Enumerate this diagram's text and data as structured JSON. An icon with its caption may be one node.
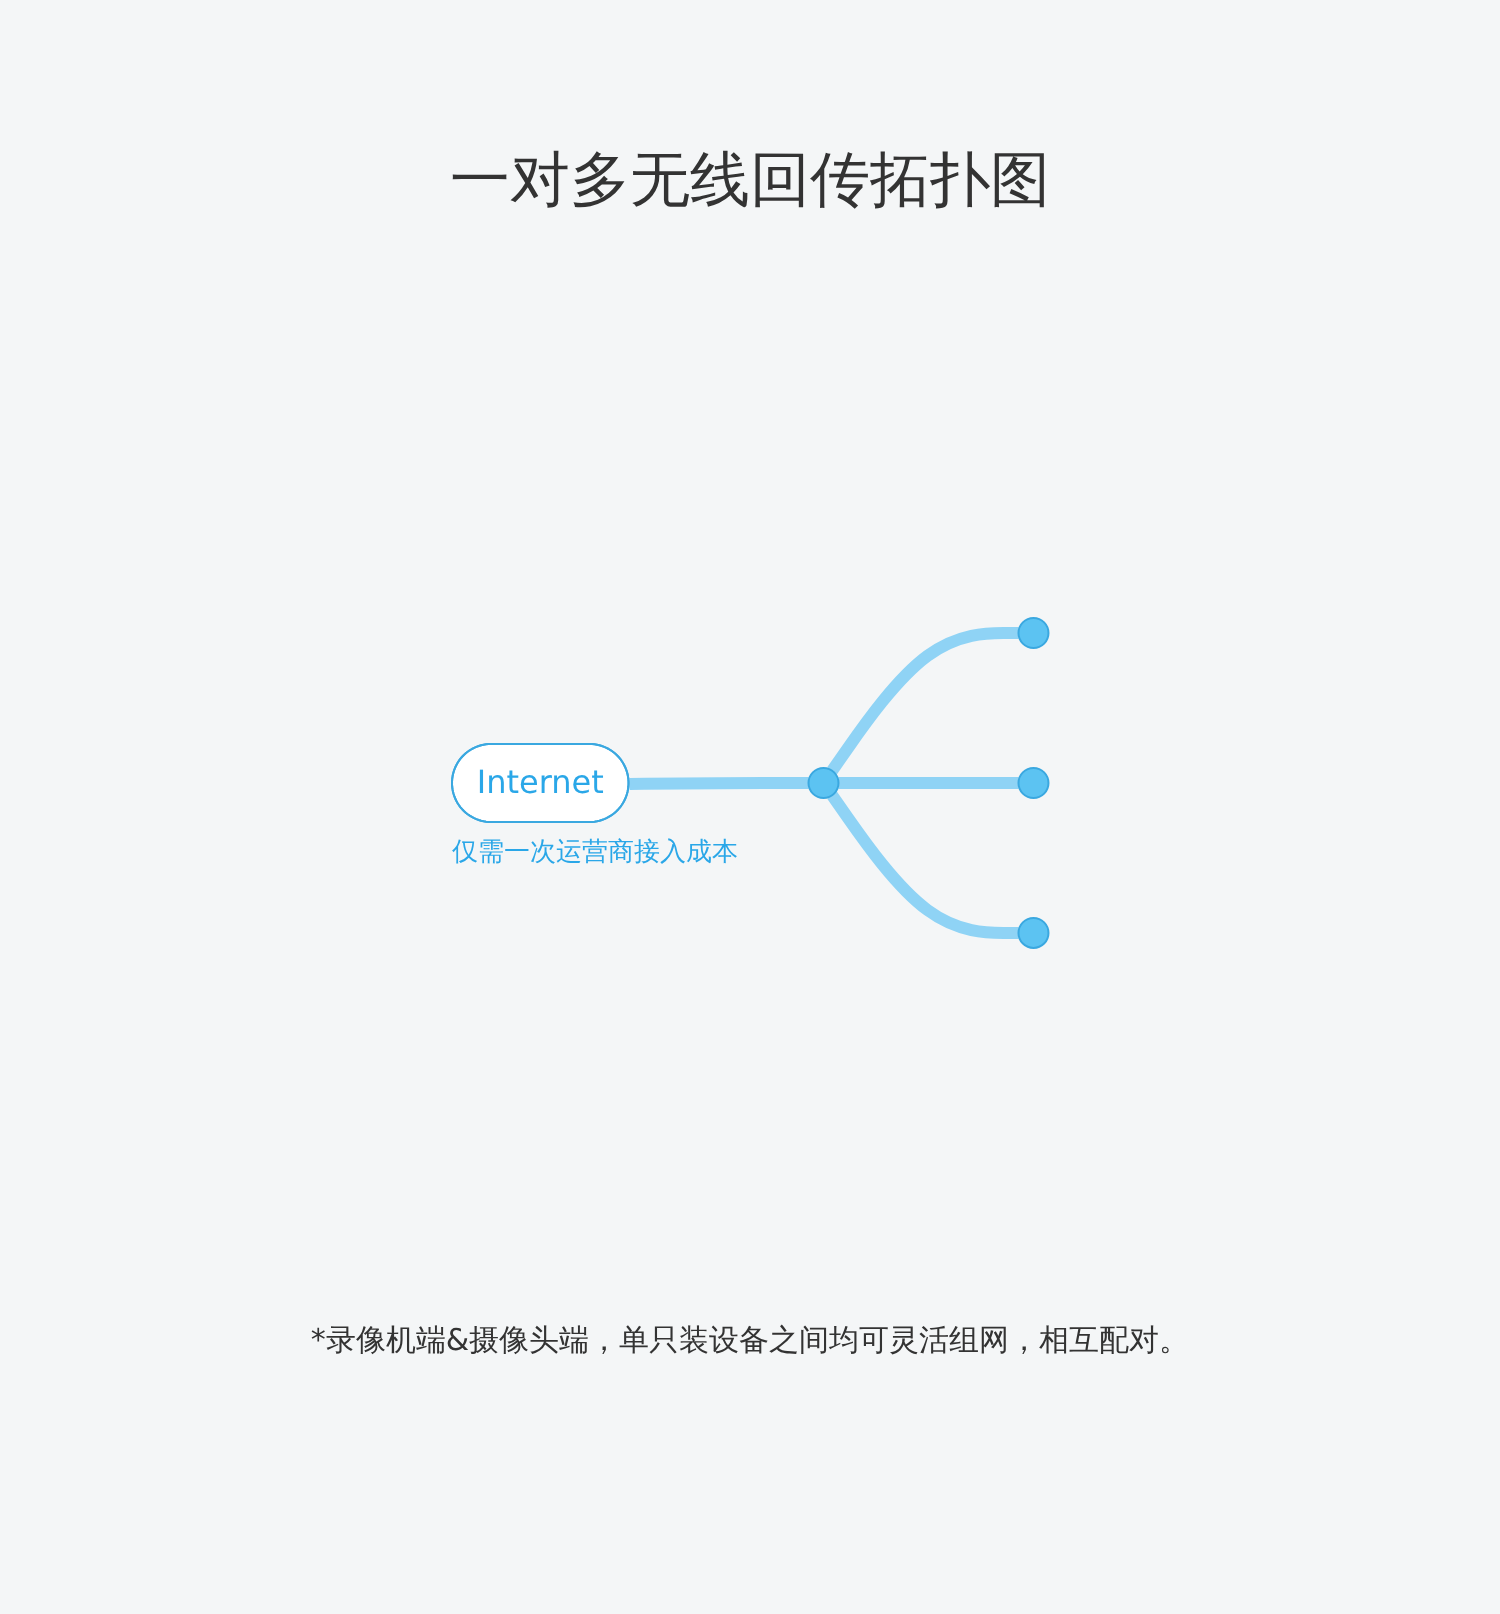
{
  "diagram": {
    "title": "一对多无线回传拓扑图",
    "caption": "*录像机端&摄像头端，单只装设备之间均可灵活组网，相互配对。",
    "nodes": [
      {
        "text": [
          "Internet"
        ],
        "beside": [
          "仅需一次运营商接入成本"
        ]
      },
      {
        "text": [],
        "shape": "circle"
      },
      {
        "text": [],
        "shape": "circle"
      },
      {
        "text": [],
        "shape": "circle"
      },
      {
        "text": [],
        "shape": "circle"
      }
    ],
    "edges": [
      {
        "from": 0,
        "to": 1,
        "arrow": "none"
      },
      {
        "from": 1,
        "to": 2,
        "arrow": "none"
      },
      {
        "from": 1,
        "to": 3,
        "arrow": "none"
      },
      {
        "from": 1,
        "to": 4,
        "arrow": "none"
      }
    ]
  }
}
